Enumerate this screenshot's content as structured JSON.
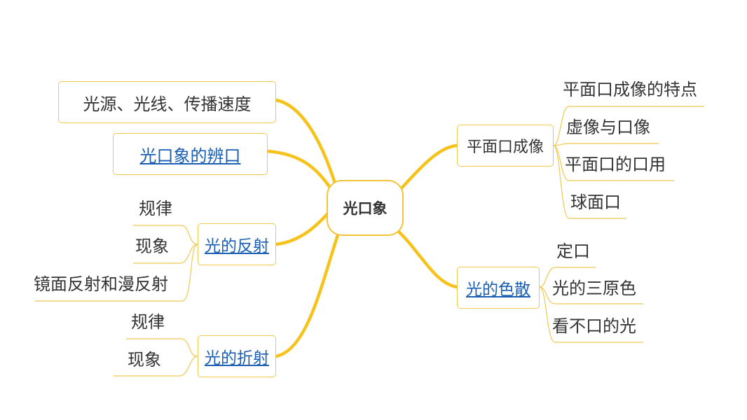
{
  "colors": {
    "branch": "#f6c21c",
    "thin": "#f0c850",
    "link": "#1a5fb4",
    "text": "#333333"
  },
  "center": "光口象",
  "left": {
    "source": "光源、光线、传播速度",
    "identify": "光口象的辨口",
    "reflection": {
      "label": "光的反射",
      "children": [
        "规律",
        "现象",
        "镜面反射和漫反射"
      ]
    },
    "refraction": {
      "label": "光的折射",
      "children": [
        "规律",
        "现象"
      ]
    }
  },
  "right": {
    "mirror": {
      "label": "平面口成像",
      "children": [
        "平面口成像的特点",
        "虚像与口像",
        "平面口的口用",
        "球面口"
      ]
    },
    "dispersion": {
      "label": "光的色散",
      "children": [
        "定口",
        "光的三原色",
        "看不口的光"
      ]
    }
  }
}
